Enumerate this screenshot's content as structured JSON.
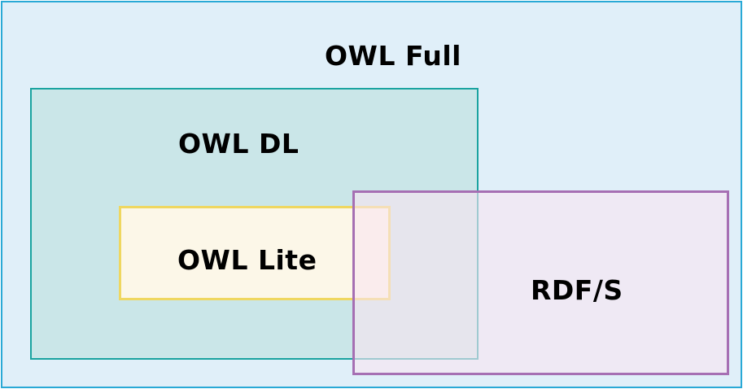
{
  "diagram": {
    "sets": [
      {
        "id": "owl-full",
        "label": "OWL Full",
        "fill": "#e0eff9",
        "border": "#29a9d6"
      },
      {
        "id": "owl-dl",
        "label": "OWL DL",
        "fill": "rgba(172,216,210,0.42)",
        "border": "#1aa3a0"
      },
      {
        "id": "owl-lite",
        "label": "OWL Lite",
        "fill": "rgba(255,248,232,0.94)",
        "border": "#efd760"
      },
      {
        "id": "rdfs",
        "label": "RDF/S",
        "fill": "rgba(248,228,240,0.60)",
        "border": "#a66fb3"
      }
    ]
  }
}
